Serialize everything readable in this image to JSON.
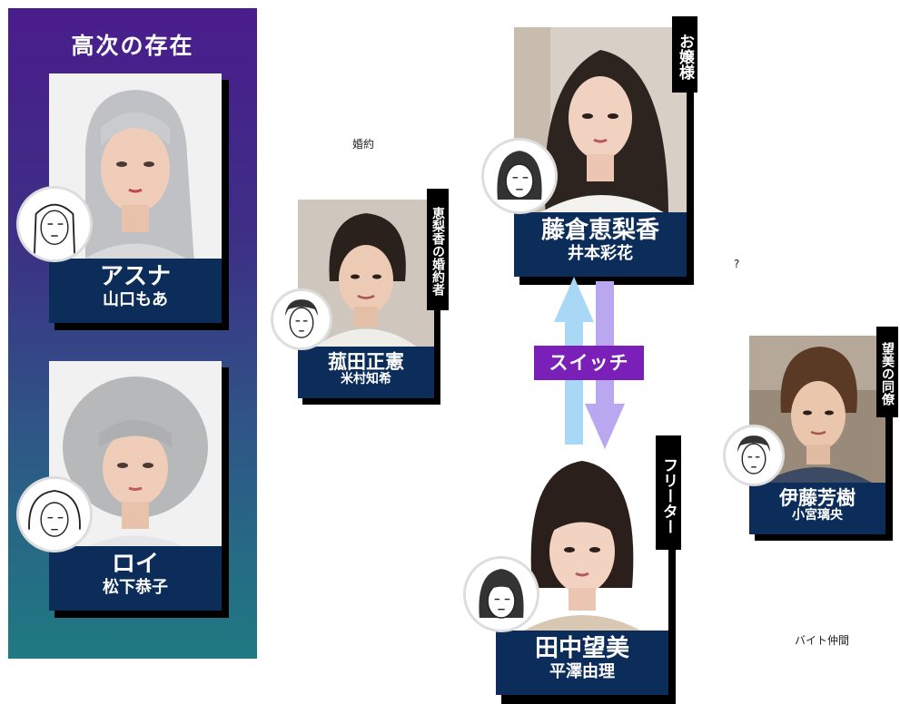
{
  "panel": {
    "title": "高次の存在"
  },
  "characters": {
    "asuna": {
      "name": "アスナ",
      "actor": "山口もあ"
    },
    "roi": {
      "name": "ロイ",
      "actor": "松下恭子"
    },
    "erika": {
      "name": "藤倉恵梨香",
      "actor": "井本彩花",
      "tag": "お嬢様"
    },
    "masanori": {
      "name": "菰田正憲",
      "actor": "米村知希",
      "tag": "恵梨香の婚約者"
    },
    "nozomi": {
      "name": "田中望美",
      "actor": "平澤由理",
      "tag": "フリーター"
    },
    "yoshiki": {
      "name": "伊藤芳樹",
      "actor": "小宮璃央",
      "tag": "望美の同僚"
    }
  },
  "relations": {
    "engagement": "婚約",
    "unknown": "?",
    "switch": "スイッチ",
    "coworker": "バイト仲間"
  },
  "colors": {
    "plate": "#0c2d5a",
    "switch": "#7a1fb8",
    "arrow_up": "#a8d8f5",
    "arrow_down": "#b9a8f0"
  }
}
